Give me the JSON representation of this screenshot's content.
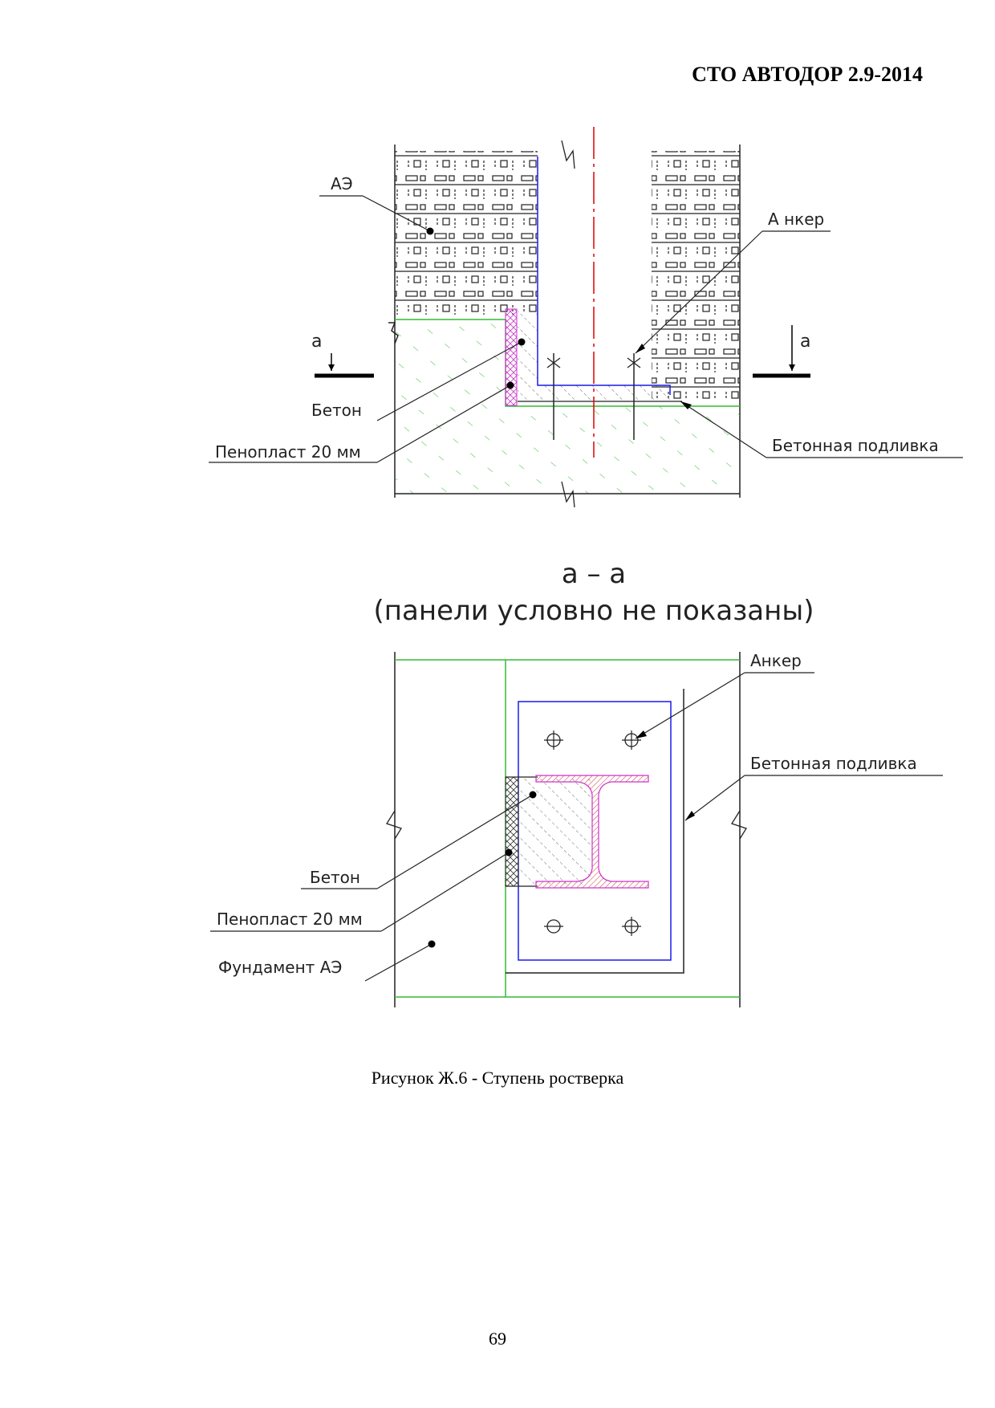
{
  "header": {
    "doc_code": "СТО АВТОДОР 2.9-2014"
  },
  "drawing_top": {
    "labels": {
      "ae": "АЭ",
      "anchor": "А нкер",
      "section_left": "а",
      "section_right": "а",
      "concrete": "Бетон",
      "foam": "Пенопласт 20 мм",
      "grout": "Бетонная подливка"
    }
  },
  "section_title": {
    "line1": "а – а",
    "line2": "(панели условно не показаны)"
  },
  "drawing_bottom": {
    "labels": {
      "anchor": "Анкер",
      "grout": "Бетонная подливка",
      "concrete": "Бетон",
      "foam": "Пенопласт 20 мм",
      "foundation": "Фундамент АЭ"
    }
  },
  "figure": {
    "caption": "Рисунок Ж.6 - Ступень ростверка"
  },
  "page": {
    "number": "69"
  },
  "colors": {
    "concrete_hatch": "#22aa22",
    "plate": "#1a1aee",
    "axis": "#dd0000",
    "foam": "#cc33cc",
    "steel": "#dd3333"
  }
}
